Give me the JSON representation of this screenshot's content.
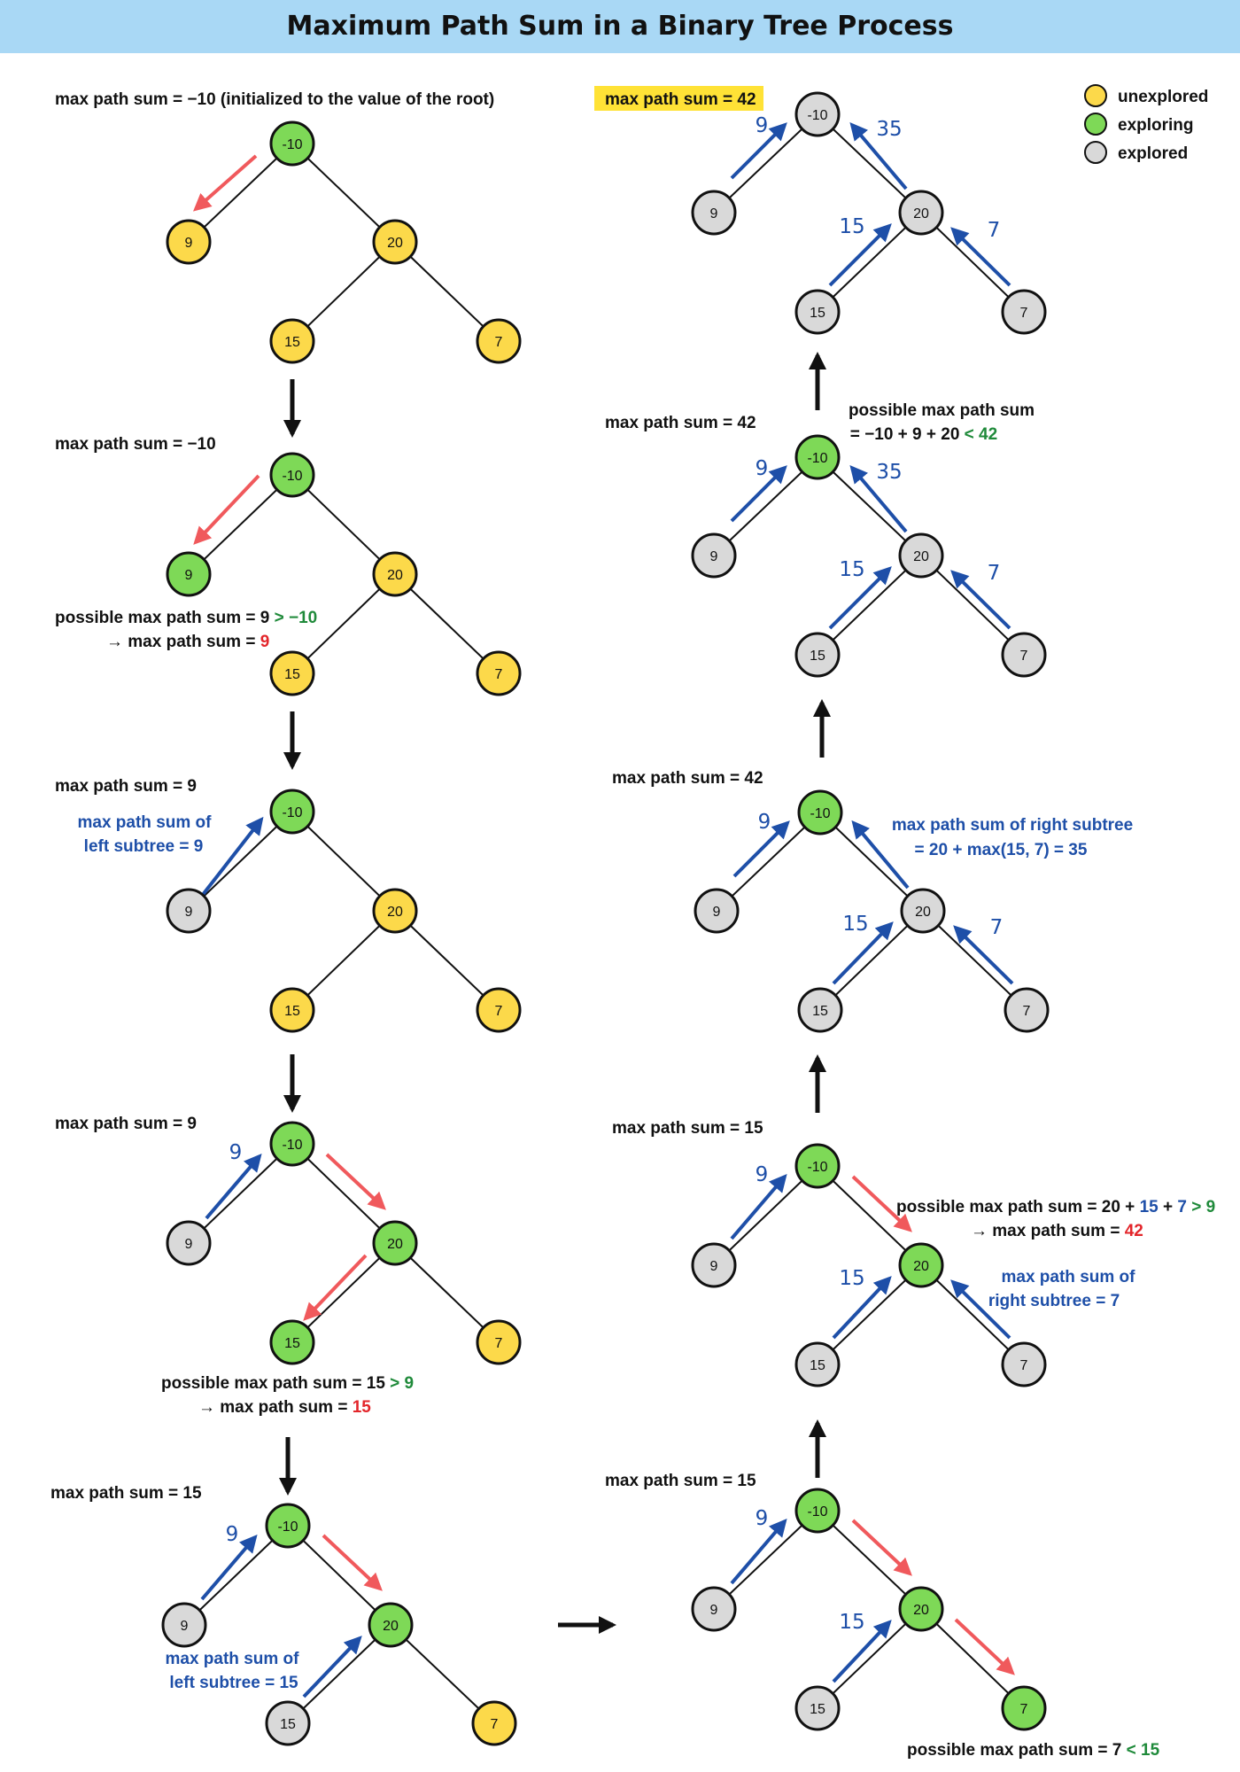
{
  "title": "Maximum Path Sum in a Binary Tree Process",
  "colors": {
    "unexplored": "#fcd94a",
    "exploring": "#7ed957",
    "explored": "#d9d9d9",
    "descend_arrow": "#f0595c",
    "return_arrow": "#1e4fa8",
    "greater": "#1f8a3a",
    "update": "#e3262b",
    "highlight": "#ffe236",
    "banner": "#a9d8f5"
  },
  "legend": [
    {
      "state": "unexplored",
      "label": "unexplored"
    },
    {
      "state": "exploring",
      "label": "exploring"
    },
    {
      "state": "explored",
      "label": "explored"
    }
  ],
  "node_values": {
    "root": "-10",
    "left": "9",
    "right": "20",
    "right_left": "15",
    "right_right": "7"
  },
  "steps": [
    {
      "max_label": "max path sum = −10",
      "max_note": " (initialized to the value of the root)",
      "states": {
        "root": "exploring",
        "left": "unexplored",
        "right": "unexplored",
        "right_left": "unexplored",
        "right_right": "unexplored"
      }
    },
    {
      "max_label": "max path sum = −10",
      "states": {
        "root": "exploring",
        "left": "exploring",
        "right": "unexplored",
        "right_left": "unexplored",
        "right_right": "unexplored"
      },
      "possible_label": "possible max path sum = 9",
      "possible_compare": " > −10",
      "update_prefix": "→ max path sum = ",
      "update_value": "9"
    },
    {
      "max_label": "max path sum = 9",
      "states": {
        "root": "exploring",
        "left": "explored",
        "right": "unexplored",
        "right_left": "unexplored",
        "right_right": "unexplored"
      },
      "note_line1": "max path sum of",
      "note_line2": "left subtree = 9"
    },
    {
      "max_label": "max path sum = 9",
      "states": {
        "root": "exploring",
        "left": "explored",
        "right": "exploring",
        "right_left": "exploring",
        "right_right": "unexplored"
      },
      "left_return": "9",
      "possible_label": "possible max path sum = 15",
      "possible_compare": " > 9",
      "update_prefix": "→ max path sum = ",
      "update_value": "15"
    },
    {
      "max_label": "max path sum = 15",
      "states": {
        "root": "exploring",
        "left": "explored",
        "right": "exploring",
        "right_left": "explored",
        "right_right": "unexplored"
      },
      "left_return": "9",
      "note_line1": "max path sum of",
      "note_line2": "left subtree = 15"
    },
    {
      "max_label": "max path sum = 15",
      "states": {
        "root": "exploring",
        "left": "explored",
        "right": "exploring",
        "right_left": "explored",
        "right_right": "exploring"
      },
      "left_return": "9",
      "right_left_return": "15",
      "possible_label": "possible max path sum = 7",
      "possible_compare": " < 15"
    },
    {
      "max_label": "max path sum = 15",
      "states": {
        "root": "exploring",
        "left": "explored",
        "right": "exploring",
        "right_left": "explored",
        "right_right": "explored"
      },
      "left_return": "9",
      "right_left_return": "15",
      "possible_label": "possible max path sum = 20 + ",
      "possible_mid1": "15",
      "possible_mid_sep": " + ",
      "possible_mid2": "7",
      "possible_compare": " > 9",
      "update_prefix": "→ max path sum = ",
      "update_value": "42",
      "note_line1": "max path sum of",
      "note_line2": "right subtree = 7"
    },
    {
      "max_label": "max path sum = 42",
      "states": {
        "root": "exploring",
        "left": "explored",
        "right": "explored",
        "right_left": "explored",
        "right_right": "explored"
      },
      "left_return": "9",
      "right_left_return": "15",
      "right_right_return": "7",
      "note_line1": "max path sum of right subtree",
      "note_line2": "= 20 + max(15, 7) = 35"
    },
    {
      "max_label": "max path sum = 42",
      "states": {
        "root": "exploring",
        "left": "explored",
        "right": "explored",
        "right_left": "explored",
        "right_right": "explored"
      },
      "left_return": "9",
      "right_return": "35",
      "right_left_return": "15",
      "right_right_return": "7",
      "possible_line1": "possible max path sum",
      "possible_line2": "= −10 + 9 + 20",
      "possible_compare": " < 42"
    },
    {
      "max_label": "max path sum = 42",
      "states": {
        "root": "explored",
        "left": "explored",
        "right": "explored",
        "right_left": "explored",
        "right_right": "explored"
      },
      "left_return": "9",
      "right_return": "35",
      "right_left_return": "15",
      "right_right_return": "7"
    }
  ]
}
